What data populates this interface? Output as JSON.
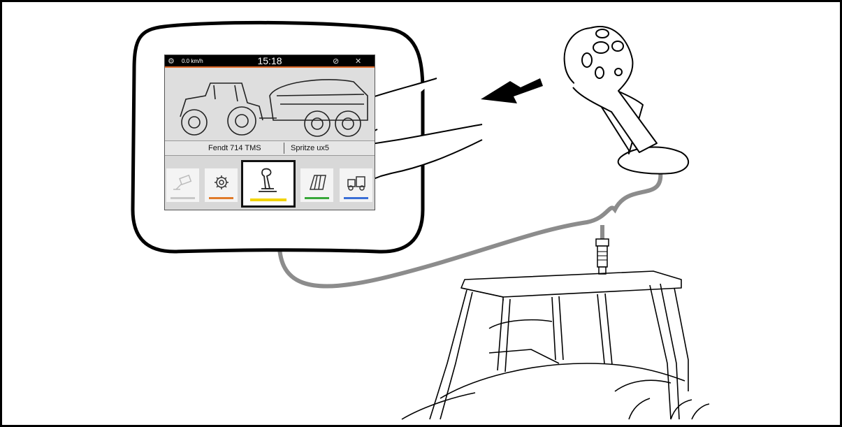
{
  "terminal": {
    "status_bar": {
      "speed": "0.0 km/h",
      "clock": "15:18"
    },
    "machine_labels": {
      "tractor": "Fendt 714 TMS",
      "implement": "Spritze ux5"
    },
    "tiles": [
      {
        "name": "camera",
        "icon": "camera-icon",
        "accent": "#c8c8c8"
      },
      {
        "name": "settings",
        "icon": "gear-icon",
        "accent": "#e07b2a"
      },
      {
        "name": "joystick",
        "icon": "joystick-icon",
        "accent": "#f2d300",
        "selected": true
      },
      {
        "name": "field",
        "icon": "field-icon",
        "accent": "#38a83a"
      },
      {
        "name": "machine-config",
        "icon": "machine-config-icon",
        "accent": "#3b6fd6"
      }
    ]
  },
  "scene": {
    "elements": [
      "terminal-housing",
      "hand-pointer",
      "direction-arrow",
      "joystick",
      "cable",
      "connector",
      "tractor-cab"
    ]
  }
}
